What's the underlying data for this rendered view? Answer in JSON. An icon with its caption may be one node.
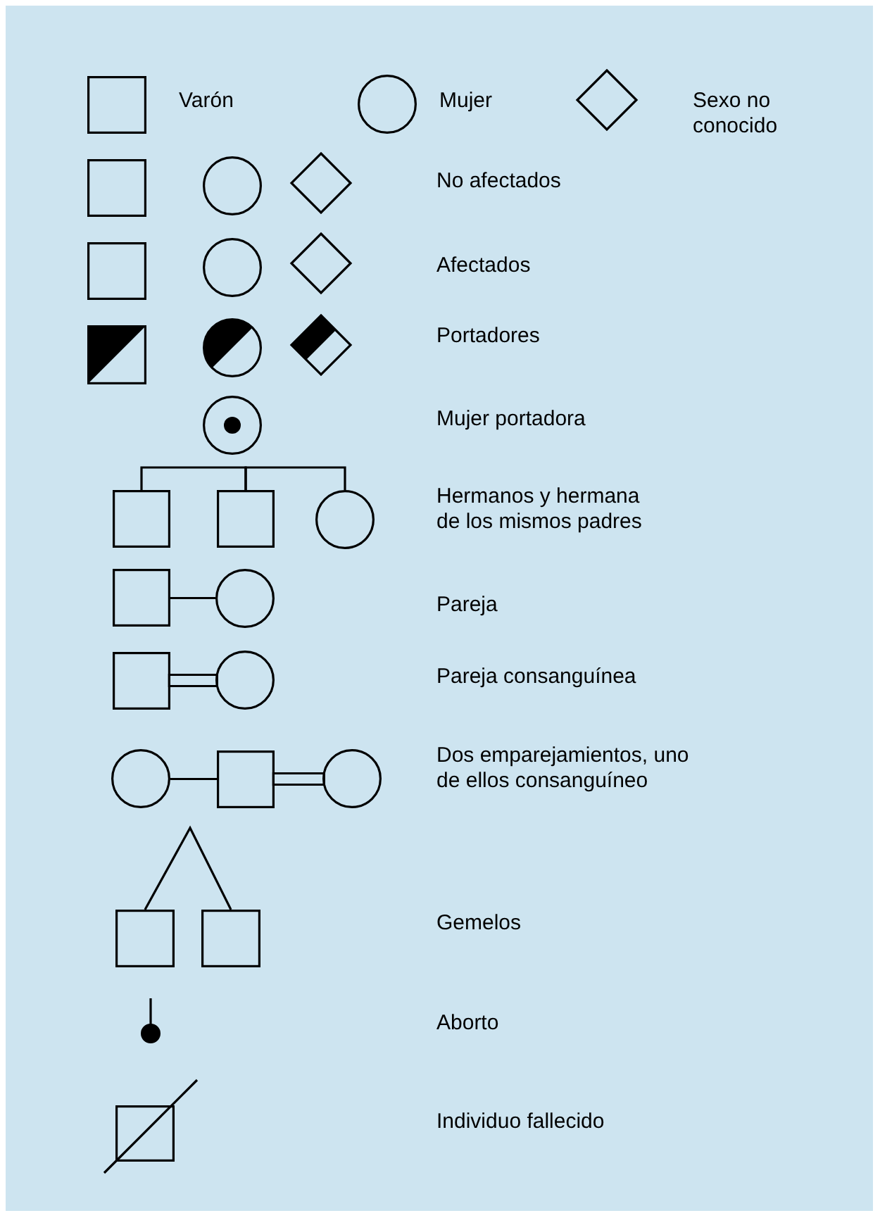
{
  "diagram": {
    "nodes": [
      {
        "text": [],
        "shape": "box"
      },
      {
        "text": [],
        "shape": "circle"
      },
      {
        "text": [],
        "shape": "diamond"
      },
      {
        "text": [],
        "shape": "box"
      },
      {
        "text": [],
        "shape": "circle"
      },
      {
        "text": [],
        "shape": "diamond"
      },
      {
        "text": [],
        "shape": "box"
      },
      {
        "text": [],
        "shape": "circle"
      },
      {
        "text": [],
        "shape": "diamond"
      },
      {
        "text": [],
        "shape": "box"
      },
      {
        "text": [],
        "shape": "circle"
      },
      {
        "text": [],
        "shape": "diamond"
      },
      {
        "text": [],
        "shape": "circle"
      },
      {
        "text": [],
        "shape": "box"
      },
      {
        "text": [],
        "shape": "box"
      },
      {
        "text": [],
        "shape": "circle"
      },
      {
        "text": [],
        "shape": "box"
      },
      {
        "text": [],
        "shape": "circle"
      },
      {
        "text": [],
        "shape": "box"
      },
      {
        "text": [],
        "shape": "circle"
      },
      {
        "text": [],
        "shape": "circle"
      },
      {
        "text": [],
        "shape": "box"
      },
      {
        "text": [],
        "shape": "circle"
      },
      {
        "text": [],
        "shape": "box"
      },
      {
        "text": [],
        "shape": "box"
      },
      {
        "text": [],
        "shape": "circle"
      },
      {
        "text": [],
        "shape": "box"
      }
    ],
    "edges": [
      {
        "from": 13,
        "to": 14,
        "arrow": "none"
      },
      {
        "from": 14,
        "to": 15,
        "arrow": "none"
      },
      {
        "from": 16,
        "to": 17,
        "arrow": "none"
      },
      {
        "from": 18,
        "to": 19,
        "arrow": "none"
      },
      {
        "from": 20,
        "to": 21,
        "arrow": "none"
      },
      {
        "from": 21,
        "to": 22,
        "arrow": "none"
      },
      {
        "from": 23,
        "to": 24,
        "arrow": "none"
      }
    ],
    "labels": [
      "Varón",
      "Mujer",
      "Sexo no conocido",
      "No afectados",
      "Afectados",
      "Portadores",
      "Mujer portadora",
      "Hermanos y hermana de los mismos padres",
      "Pareja",
      "Pareja consanguínea",
      "Dos emparejamientos, uno de ellos consanguíneo",
      "Gemelos",
      "Aborto",
      "Individuo fallecido"
    ]
  }
}
